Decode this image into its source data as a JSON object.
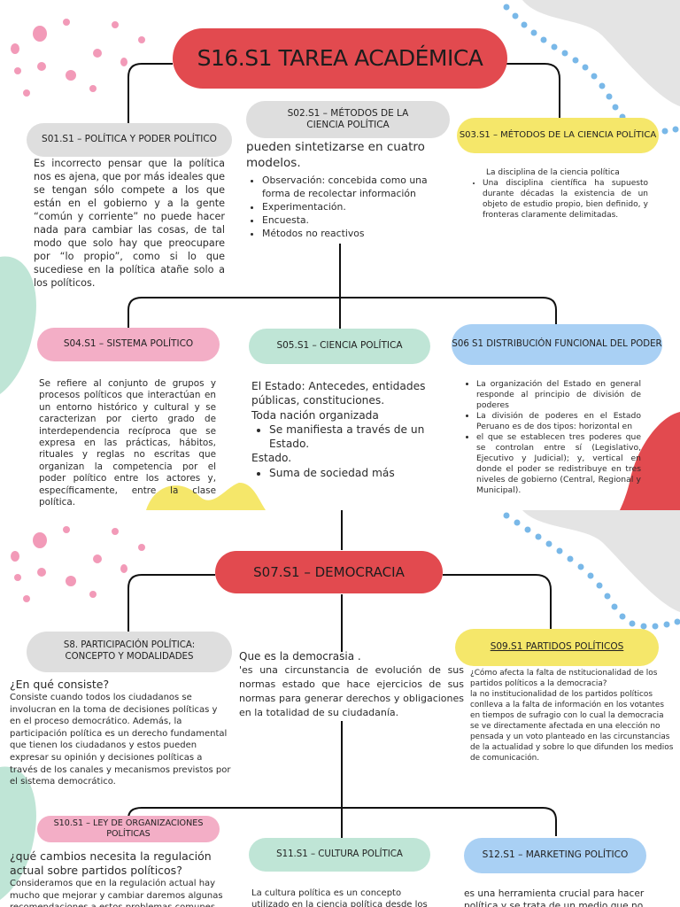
{
  "panel1": {
    "title": "S16.S1 TAREA ACADÉMICA",
    "s01": {
      "label": "S01.S1 – POLÍTICA Y PODER POLÍTICO",
      "body": "Es incorrecto pensar que la política nos es ajena, que por más ideales que se tengan sólo compete a los que están en el gobierno y a la gente “común y corriente” no puede hacer nada para cambiar las cosas, de tal modo que solo hay que preocupare por “lo propio”, como si lo que sucediese en la política atañe solo a los políticos."
    },
    "s02": {
      "label": "S02.S1 – MÉTODOS DE LA CIENCIA POLÍTICA",
      "intro": "pueden sintetizarse en cuatro modelos.",
      "items": [
        "Observación: concebida como una forma de recolectar información",
        "Experimentación.",
        "Encuesta.",
        "Métodos no reactivos"
      ]
    },
    "s03": {
      "label": "S03.S1 – MÉTODOS DE LA CIENCIA POLÍTICA",
      "heading": "La disciplina de la ciencia política",
      "items": [
        "Una disciplina científica ha supuesto durante décadas la existencia de un objeto de estudio propio, bien definido, y fronteras claramente delimitadas."
      ]
    },
    "s04": {
      "label": "S04.S1 – SISTEMA POLÍTICO",
      "body": "Se refiere al conjunto de grupos y procesos políticos que interactúan en un entorno histórico y cultural y se caracterizan por cierto grado de interdependencia recíproca que se expresa en las prácticas, hábitos, rituales y reglas no escritas que organizan la competencia por el poder político entre los actores y, específicamente, entre la clase política."
    },
    "s05": {
      "label": "S05.S1 – CIENCIA POLÍTICA",
      "line1": "El Estado: Antecedes, entidades públicas, constituciones.",
      "line2": "Toda nación organizada",
      "item1": "Se manifiesta a través de un Estado.",
      "line3": "Estado.",
      "item2": "Suma de sociedad más"
    },
    "s06": {
      "label": "S06 S1 DISTRIBUCIÓN FUNCIONAL DEL PODER",
      "items": [
        "La organización del Estado en general responde al principio de división de poderes",
        "La división de poderes en el Estado Peruano es de dos tipos: horizontal en",
        "el que se establecen tres poderes que se controlan entre sí (Legislativo, Ejecutivo y Judicial); y, vertical en donde el poder se redistribuye en tres niveles de gobierno (Central, Regional y Municipal)."
      ]
    }
  },
  "panel2": {
    "s07": {
      "label": "S07.S1 – DEMOCRACIA"
    },
    "s08": {
      "label": "S8. PARTICIPACIÓN POLÍTICA: CONCEPTO Y MODALIDADES",
      "question": "¿En qué consiste?",
      "body": "Consiste cuando todos los ciudadanos se involucran en la toma de decisiones políticas y en el proceso democrático. Además, la participación política es un derecho fundamental que tienen los ciudadanos y estos pueden expresar su opinión y decisiones políticas a través de los canales y mecanismos previstos por el sistema democrático."
    },
    "center": {
      "question": "Que es la democrasia .",
      "body": "'es una circunstancia de evolución de sus normas estado que hace ejercicios de sus normas para generar derechos y obligaciones en la totalidad de su ciudadanía."
    },
    "s09": {
      "label": "S09.S1 PARTIDOS POLÍTICOS",
      "question": "¿Cómo afecta la falta de nstitucionalidad de los partidos políticos a la democracia?",
      "body": "la no institucionalidad de los partidos políticos conlleva a la falta de información en los votantes en tiempos de sufragio con lo cual la democracia se ve directamente afectada en una elección no pensada y un voto planteado en las circunstancias de la actualidad y sobre lo que difunden los medios de comunicación."
    },
    "s10": {
      "label": "S10.S1 – LEY DE ORGANIZACIONES POLÍTICAS",
      "question": "¿qué cambios necesita la regulación actual sobre partidos políticos?",
      "body": "Consideramos que en la regulación actual hay mucho que mejorar y cambiar daremos algunas recomendaciones a estos problemas comunes"
    },
    "s11": {
      "label": "S11.S1 – CULTURA POLÍTICA",
      "body": "La cultura política es un concepto utilizado en la ciencia política desde los"
    },
    "s12": {
      "label": "S12.S1 – MARKETING POLÍTICO",
      "body": "es una herramienta crucial para hacer política y se trata de un medio que no"
    }
  },
  "colors": {
    "title_red": "#e24a4f",
    "grey": "#dedede",
    "yellow": "#f5e76a",
    "pink": "#f3aec6",
    "mint": "#bfe5d6",
    "blue": "#a9d0f4",
    "dot_pink": "#f29ab8",
    "dot_blue": "#79b8e8"
  }
}
